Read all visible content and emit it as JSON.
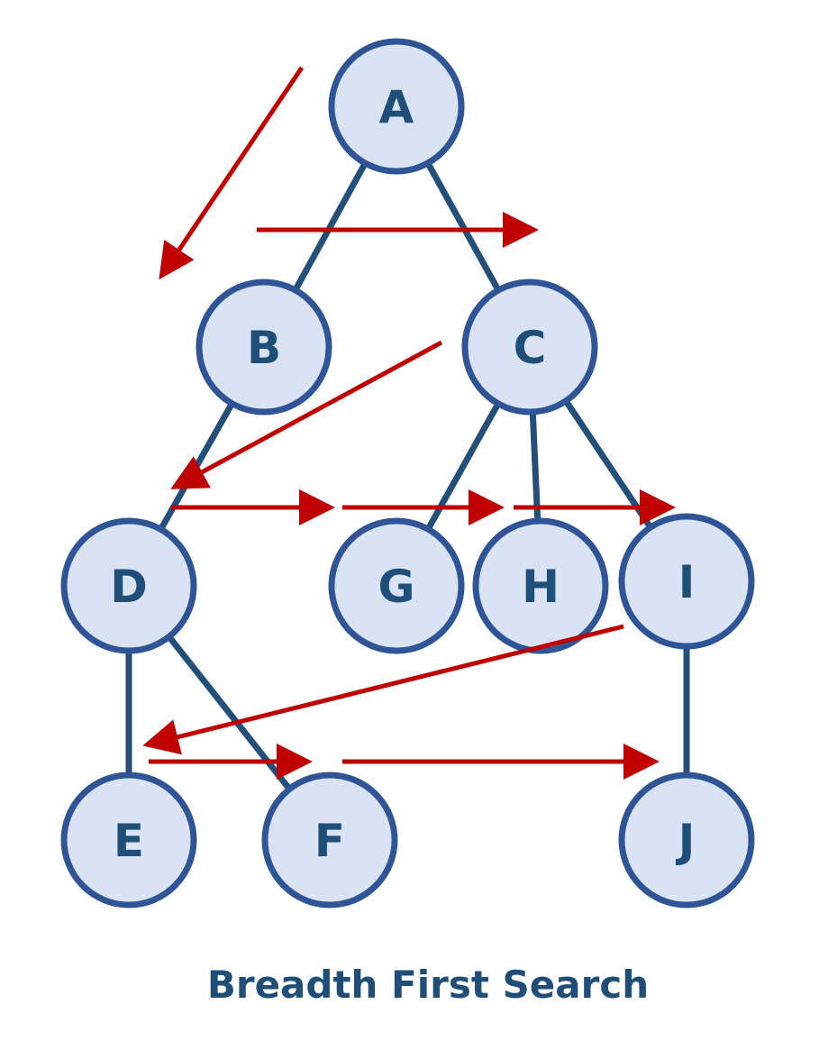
{
  "title": "Breadth First Search",
  "colors": {
    "node_fill": "#dae3f3",
    "node_stroke": "#2f5597",
    "edge": "#23507a",
    "text": "#1f4e79",
    "arrow": "#c00000"
  },
  "nodes": [
    {
      "id": "A",
      "label": "A"
    },
    {
      "id": "B",
      "label": "B"
    },
    {
      "id": "C",
      "label": "C"
    },
    {
      "id": "D",
      "label": "D"
    },
    {
      "id": "G",
      "label": "G"
    },
    {
      "id": "H",
      "label": "H"
    },
    {
      "id": "I",
      "label": "I"
    },
    {
      "id": "E",
      "label": "E"
    },
    {
      "id": "F",
      "label": "F"
    },
    {
      "id": "J",
      "label": "J"
    }
  ],
  "edges": [
    [
      "A",
      "B"
    ],
    [
      "A",
      "C"
    ],
    [
      "B",
      "D"
    ],
    [
      "C",
      "G"
    ],
    [
      "C",
      "H"
    ],
    [
      "C",
      "I"
    ],
    [
      "D",
      "E"
    ],
    [
      "D",
      "F"
    ],
    [
      "I",
      "J"
    ]
  ],
  "traversal_order": [
    "A",
    "B",
    "C",
    "D",
    "G",
    "H",
    "I",
    "E",
    "F",
    "J"
  ]
}
